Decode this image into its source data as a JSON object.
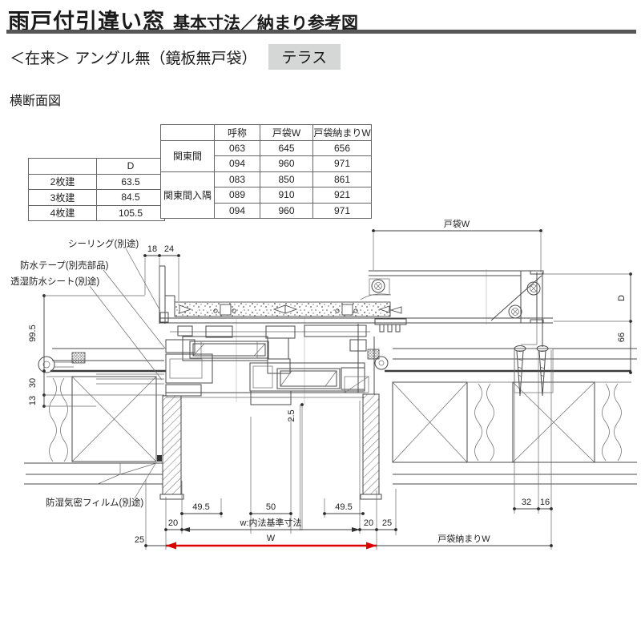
{
  "header": {
    "title_main": "雨戸付引違い窓",
    "title_sub": "基本寸法／納まり参考図",
    "spec_text": "＜在来＞ アングル無（鏡板無戸袋）",
    "terrace_badge": "テラス",
    "section_label": "横断面図"
  },
  "colors": {
    "accent_red": "#d90000",
    "badge_bg": "#d5d7d6",
    "line": "#4a4a4a"
  },
  "tables": {
    "d_table": {
      "header_d": "D",
      "rows": [
        {
          "label": "2枚建",
          "value": "63.5"
        },
        {
          "label": "3枚建",
          "value": "84.5"
        },
        {
          "label": "4枚建",
          "value": "105.5"
        }
      ]
    },
    "tobukuro": {
      "headers": [
        "呼称",
        "戸袋W",
        "戸袋納まりW"
      ],
      "groups": [
        {
          "label": "関東間",
          "rows": [
            [
              "063",
              "645",
              "656"
            ],
            [
              "094",
              "960",
              "971"
            ]
          ]
        },
        {
          "label": "関東間入隅",
          "rows": [
            [
              "083",
              "850",
              "861"
            ],
            [
              "089",
              "910",
              "921"
            ],
            [
              "094",
              "960",
              "971"
            ]
          ]
        }
      ]
    }
  },
  "drawing": {
    "callouts": {
      "sealing": "シーリング(別途)",
      "tape": "防水テープ(別売部品)",
      "sheet": "透湿防水シート(別途)",
      "film": "防湿気密フィルム(別途)"
    },
    "dims": {
      "d18": "18",
      "d24": "24",
      "v99_5": "99.5",
      "v30": "30",
      "v13": "13",
      "tobukuro_w": "戸袋W",
      "depth": "D",
      "v66": "66",
      "gap": "2.5",
      "g49a": "49.5",
      "g50": "50",
      "g49b": "49.5",
      "t20l": "20",
      "w_inner": "w:内法基準寸法",
      "t20r": "20",
      "t25r": "25",
      "t25l": "25",
      "w_label": "W",
      "t32": "32",
      "t16": "16",
      "tobukuro_osamari": "戸袋納まりW"
    }
  }
}
